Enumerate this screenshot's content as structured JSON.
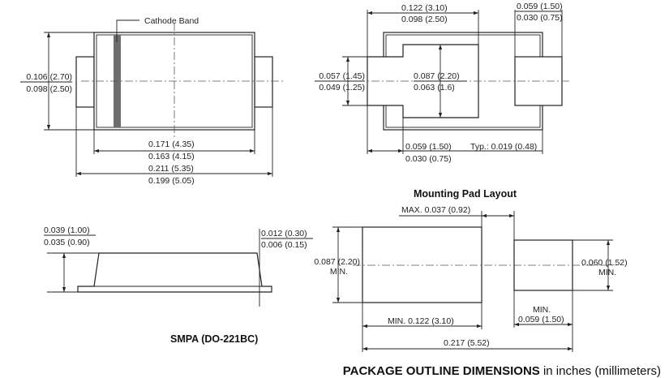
{
  "top_view": {
    "callout": "Cathode Band",
    "height_max": "0.106 (2.70)",
    "height_min": "0.098 (2.50)",
    "body_len_max": "0.171 (4.35)",
    "body_len_min": "0.163 (4.15)",
    "total_len_max": "0.211 (5.35)",
    "total_len_min": "0.199 (5.05)"
  },
  "right_view": {
    "pad_span_max": "0.122 (3.10)",
    "pad_span_min": "0.098 (2.50)",
    "lead_w_max": "0.059 (1.50)",
    "lead_w_min": "0.030 (0.75)",
    "lead_h_max": "0.057 (1.45)",
    "lead_h_min": "0.049 (1.25)",
    "inner_h_max": "0.087 (2.20)",
    "inner_h_min": "0.063 (1.6)",
    "bottom_w_max": "0.059 (1.50)",
    "bottom_w_min": "0.030 (0.75)",
    "typ": "Typ.: 0.019 (0.48)"
  },
  "side_view": {
    "height_max": "0.039 (1.00)",
    "height_min": "0.035 (0.90)",
    "lead_t_max": "0.012 (0.30)",
    "lead_t_min": "0.006 (0.15)",
    "package_name": "SMPA (DO-221BC)"
  },
  "pad_layout": {
    "title": "Mounting Pad Layout",
    "gap": "MAX. 0.037 (0.92)",
    "left_h_value": "0.087 (2.20)",
    "left_h_label": "MIN.",
    "right_h_value": "0.060 (1.52)",
    "right_h_label": "MIN.",
    "left_w": "MIN. 0.122 (3.10)",
    "right_w_label": "MIN.",
    "right_w_value": "0.059 (1.50)",
    "total_w": "0.217 (5.52)"
  },
  "footer": {
    "title_bold": "PACKAGE OUTLINE DIMENSIONS",
    "title_normal": " in inches (millimeters)"
  }
}
